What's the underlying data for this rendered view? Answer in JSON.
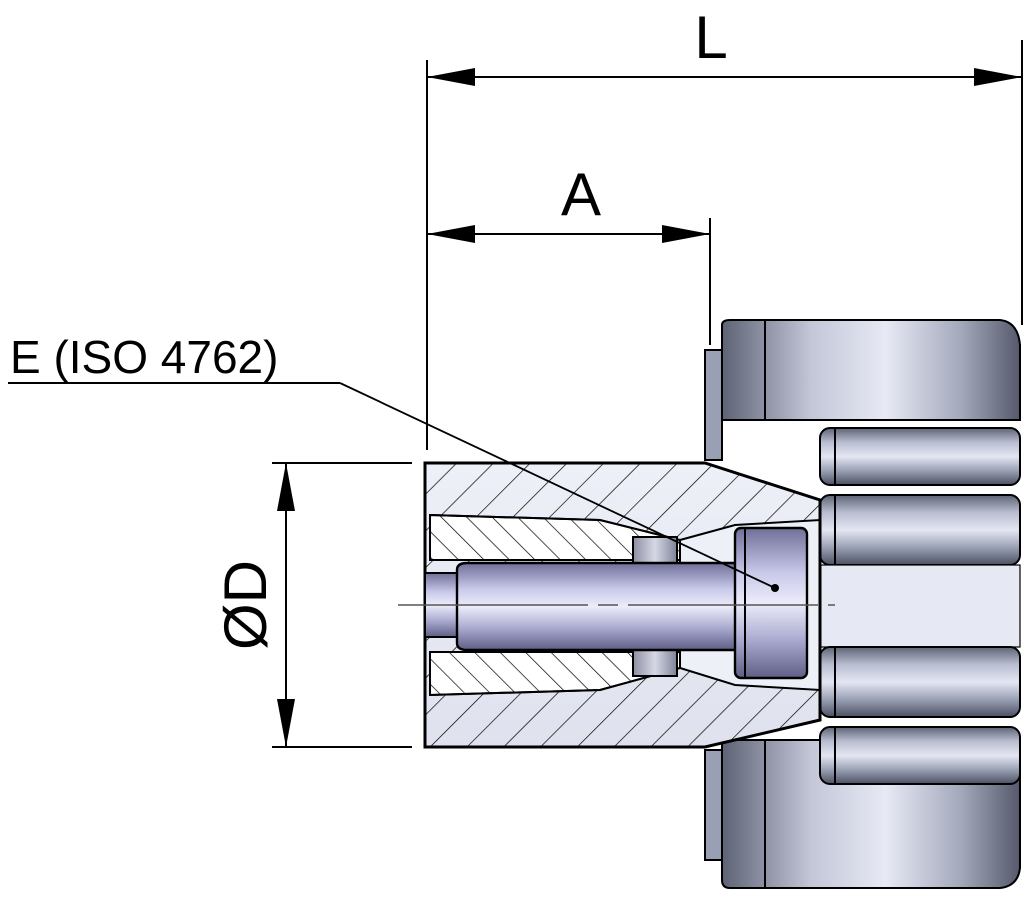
{
  "labels": {
    "length": "L",
    "distance": "A",
    "diameter": "ØD",
    "screw": "E (ISO 4762)"
  },
  "colors": {
    "line": "#000000",
    "hatch": "#000000",
    "body_light": "#dcdfee",
    "body_mid": "#9aa0b4",
    "body_dark": "#5d6275",
    "screw_light": "#e6e6f8",
    "screw_mid": "#a9a9cf",
    "screw_dark": "#6f6f99"
  }
}
